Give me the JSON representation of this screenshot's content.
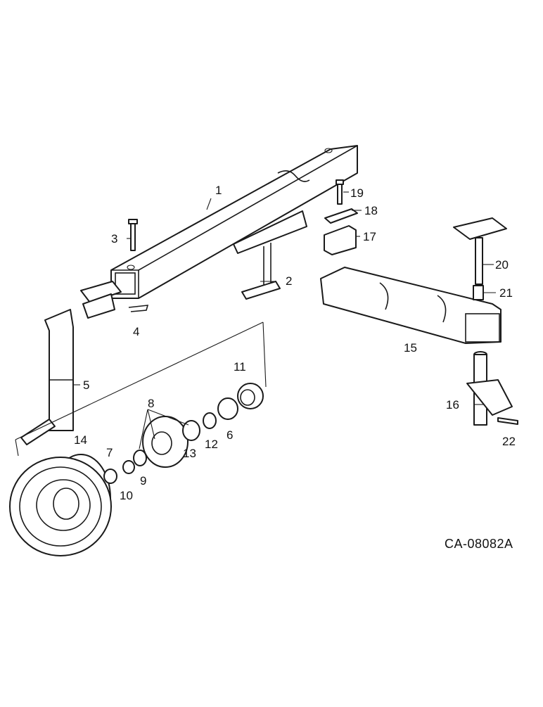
{
  "diagram": {
    "drawing_code": "CA-08082A",
    "callouts": [
      "1",
      "2",
      "3",
      "4",
      "5",
      "6",
      "7",
      "8",
      "9",
      "10",
      "11",
      "12",
      "13",
      "14",
      "15",
      "16",
      "17",
      "18",
      "19",
      "20",
      "21",
      "22"
    ]
  }
}
